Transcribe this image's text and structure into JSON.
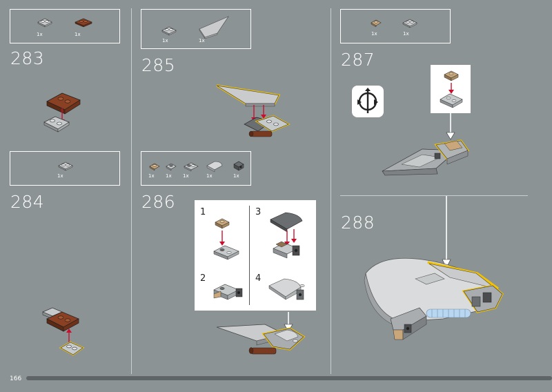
{
  "page": {
    "number": "166"
  },
  "steps": [
    {
      "number": "283",
      "parts": [
        {
          "qty": "1x"
        },
        {
          "qty": "1x"
        }
      ]
    },
    {
      "number": "284",
      "parts": [
        {
          "qty": "1x"
        }
      ]
    },
    {
      "number": "285",
      "parts": [
        {
          "qty": "1x"
        },
        {
          "qty": "1x"
        }
      ]
    },
    {
      "number": "286",
      "parts": [
        {
          "qty": "1x"
        },
        {
          "qty": "1x"
        },
        {
          "qty": "1x"
        },
        {
          "qty": "1x"
        },
        {
          "qty": "1x"
        }
      ],
      "substeps": [
        "1",
        "2",
        "3",
        "4"
      ]
    },
    {
      "number": "287",
      "parts": [
        {
          "qty": "1x"
        },
        {
          "qty": "1x"
        }
      ]
    },
    {
      "number": "288"
    }
  ],
  "colors": {
    "background": "#8c9395",
    "highlight": "#f2c200",
    "arrow": "#c8102e",
    "reddish_brown": "#7a3a20",
    "light_gray": "#a9adaf",
    "dark_gray": "#6b6e70",
    "tan": "#c9a77a"
  },
  "icons": [
    "rotate-model-icon"
  ]
}
